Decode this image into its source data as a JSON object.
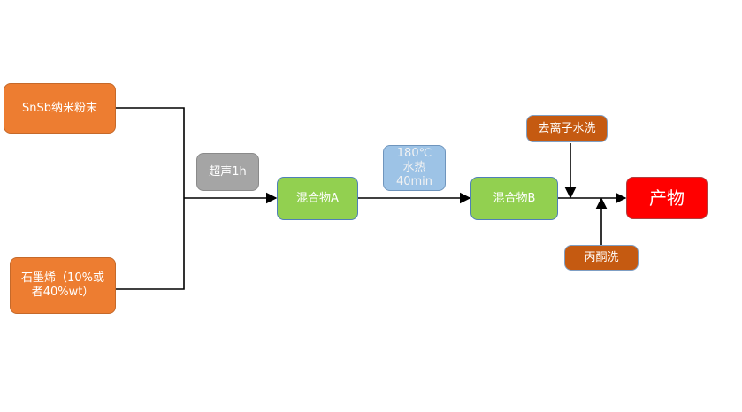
{
  "nodes": {
    "snsb": "SnSb纳米粉末",
    "graphene": "石墨烯（10%或者40%wt）",
    "ultrasound": "超声1h",
    "mixture_a": "混合物A",
    "hydrothermal_temp": "180℃",
    "hydrothermal_label": "水热",
    "hydrothermal_time": "40min",
    "mixture_b": "混合物B",
    "water_wash": "去离子水洗",
    "acetone_wash": "丙酮洗",
    "product": "产物"
  },
  "colors": {
    "input": "#ed7d31",
    "process": "#a5a5a5",
    "mixture": "#92d050",
    "hydrothermal": "#9dc3e6",
    "wash": "#c55a11",
    "product": "#ff0000"
  }
}
